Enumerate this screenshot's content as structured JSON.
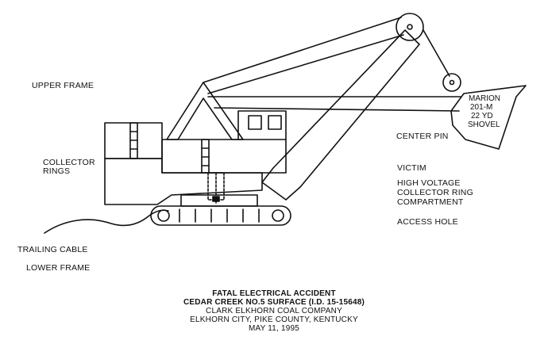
{
  "labels": {
    "upper_frame": "UPPER FRAME",
    "collector_rings_1": "COLLECTOR",
    "collector_rings_2": "RINGS",
    "trailing_cable": "TRAILING CABLE",
    "lower_frame": "LOWER FRAME",
    "center_pin": "CENTER PIN",
    "victim": "VICTIM",
    "hv_1": "HIGH VOLTAGE",
    "hv_2": "COLLECTOR RING",
    "hv_3": "COMPARTMENT",
    "access_hole": "ACCESS HOLE"
  },
  "shovel_label": {
    "line1": "MARION",
    "line2": "201-M",
    "line3": "22 YD",
    "line4": "SHOVEL"
  },
  "caption": {
    "line1": "FATAL ELECTRICAL ACCIDENT",
    "line2": "CEDAR CREEK NO.5 SURFACE (I.D. 15-15648)",
    "line3": "CLARK ELKHORN COAL COMPANY",
    "line4": "ELKHORN CITY, PIKE COUNTY, KENTUCKY",
    "line5": "MAY 11, 1995"
  },
  "colors": {
    "ink": "#111111",
    "paper": "#ffffff"
  }
}
